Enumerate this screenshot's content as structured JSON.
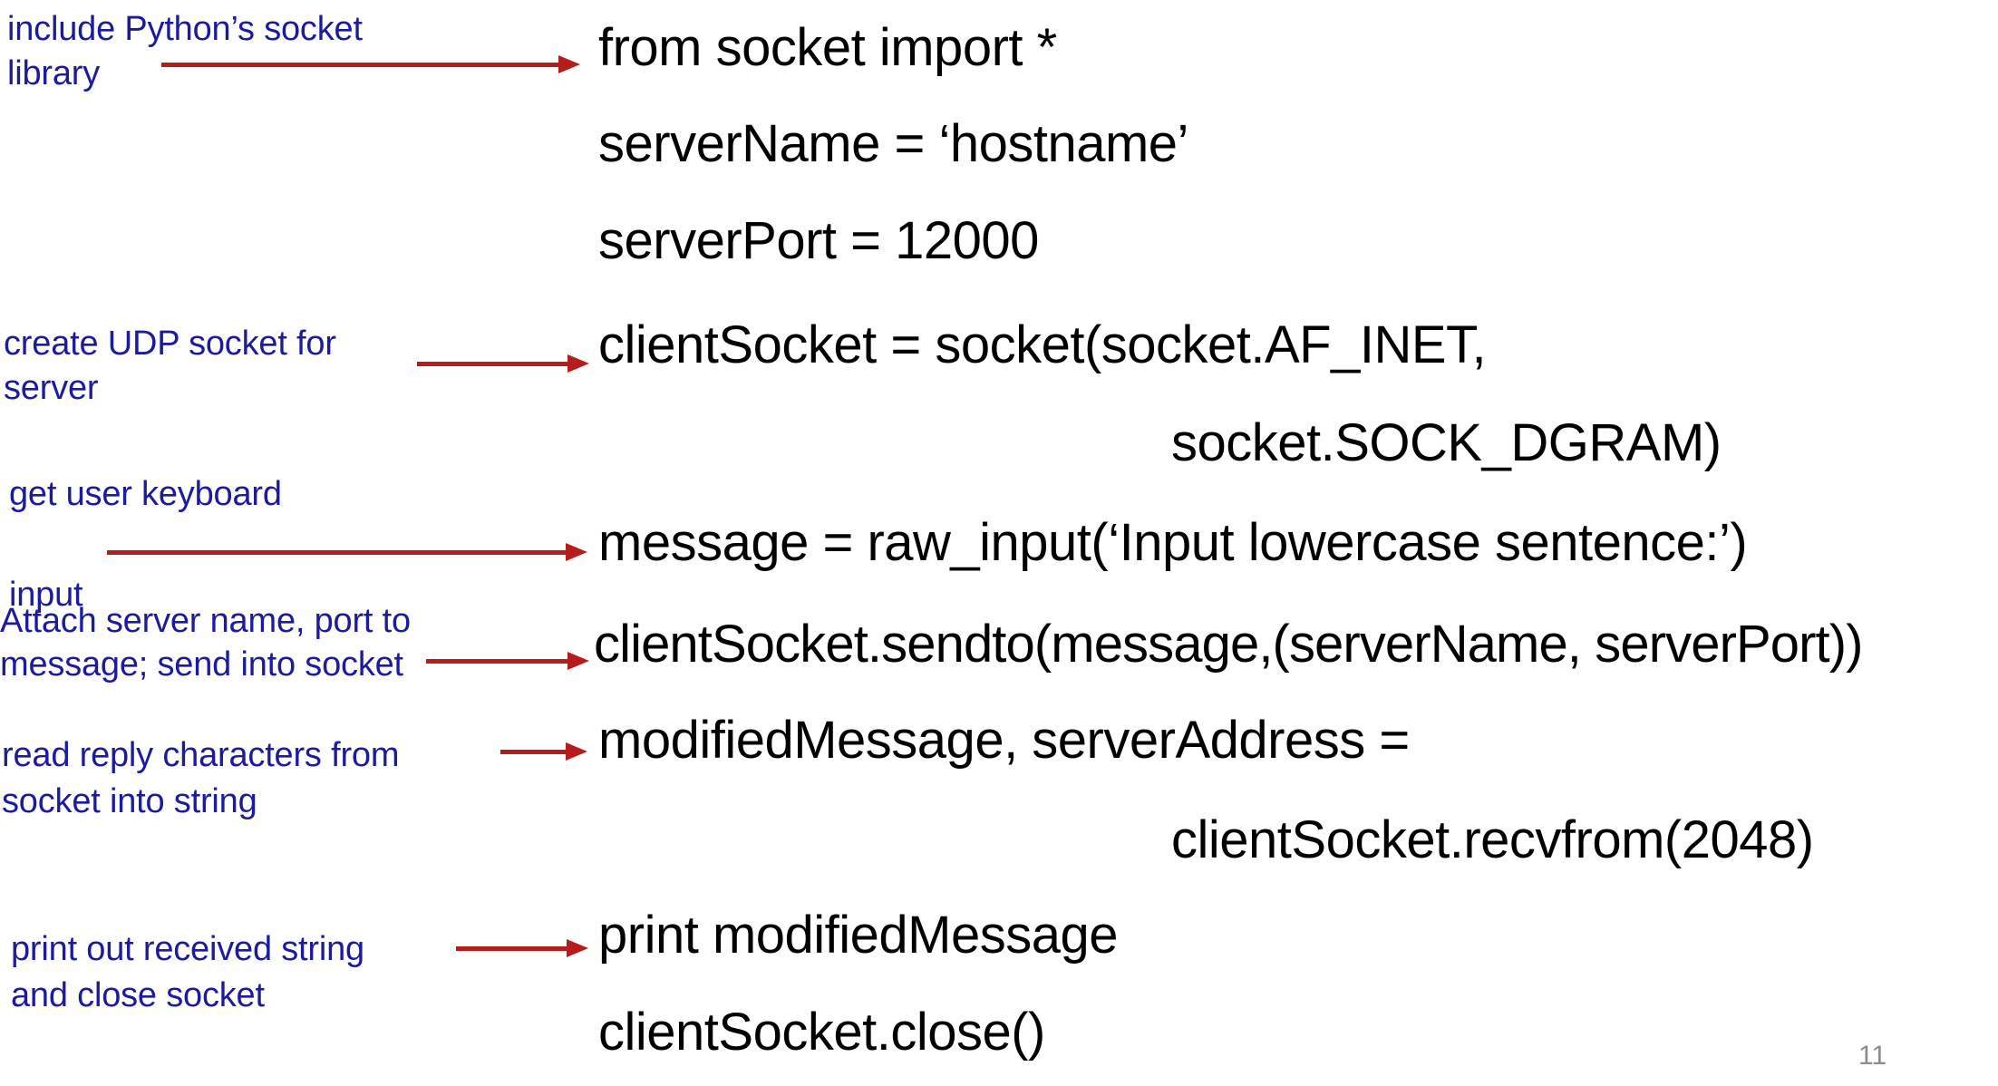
{
  "slide": {
    "page_number": "11",
    "colors": {
      "annotation_text": "#1b1b9e",
      "code_text": "#000000",
      "arrow": "#b51c1c",
      "page_number": "#8c8c8c",
      "background": "#ffffff"
    }
  },
  "annotations": [
    {
      "id": "include-library",
      "text": "include Python’s socket\nlibrary"
    },
    {
      "id": "create-udp-socket",
      "text": "create UDP socket for\nserver"
    },
    {
      "id": "get-keyboard-input",
      "text": "get user keyboard\n\ninput"
    },
    {
      "id": "attach-and-send",
      "text": "Attach server name, port to\nmessage; send into socket"
    },
    {
      "id": "read-reply",
      "text": "read reply characters from\nsocket into string"
    },
    {
      "id": "print-and-close",
      "text": "print out received string\nand close socket"
    }
  ],
  "code_lines": [
    {
      "id": "import",
      "text": "from socket import *"
    },
    {
      "id": "server-name",
      "text": "serverName = ‘hostname’"
    },
    {
      "id": "server-port",
      "text": "serverPort = 12000"
    },
    {
      "id": "create-socket",
      "text": "clientSocket = socket(socket.AF_INET,"
    },
    {
      "id": "sock-dgram",
      "text": "socket.SOCK_DGRAM)"
    },
    {
      "id": "raw-input",
      "text": "message = raw_input(‘Input lowercase sentence:’)"
    },
    {
      "id": "sendto",
      "text": "clientSocket.sendto(message,(serverName, serverPort))"
    },
    {
      "id": "recv-assign",
      "text": "modifiedMessage, serverAddress ="
    },
    {
      "id": "recvfrom",
      "text": "clientSocket.recvfrom(2048)"
    },
    {
      "id": "print",
      "text": "print modifiedMessage"
    },
    {
      "id": "close",
      "text": "clientSocket.close()"
    }
  ]
}
